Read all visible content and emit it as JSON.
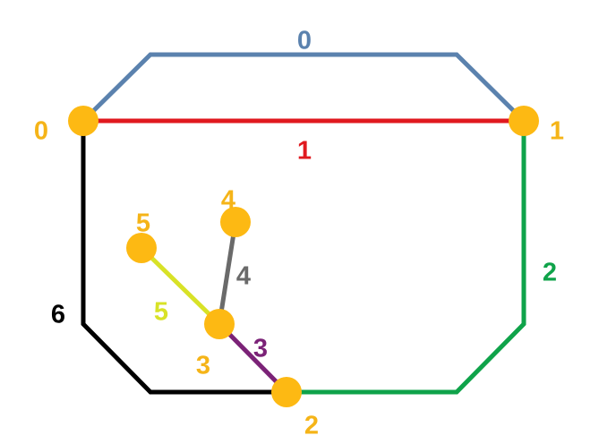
{
  "colors": {
    "node": "#FDB913",
    "node_label": "#F5B418",
    "background": "#ffffff"
  },
  "graph": {
    "nodes": [
      {
        "id": "0",
        "label": "0"
      },
      {
        "id": "1",
        "label": "1"
      },
      {
        "id": "2",
        "label": "2"
      },
      {
        "id": "3",
        "label": "3"
      },
      {
        "id": "4",
        "label": "4"
      },
      {
        "id": "5",
        "label": "5"
      }
    ],
    "edges": [
      {
        "label": "0",
        "from": "0",
        "to": "1",
        "color": "#5B82AE"
      },
      {
        "label": "1",
        "from": "0",
        "to": "1",
        "color": "#E0191F"
      },
      {
        "label": "2",
        "from": "1",
        "to": "2",
        "color": "#0FA34A"
      },
      {
        "label": "3",
        "from": "2",
        "to": "3",
        "color": "#7B2277"
      },
      {
        "label": "4",
        "from": "3",
        "to": "4",
        "color": "#6A6A6A"
      },
      {
        "label": "5",
        "from": "3",
        "to": "5",
        "color": "#D8E227"
      },
      {
        "label": "6",
        "from": "0",
        "to": "2",
        "color": "#000000"
      }
    ]
  }
}
